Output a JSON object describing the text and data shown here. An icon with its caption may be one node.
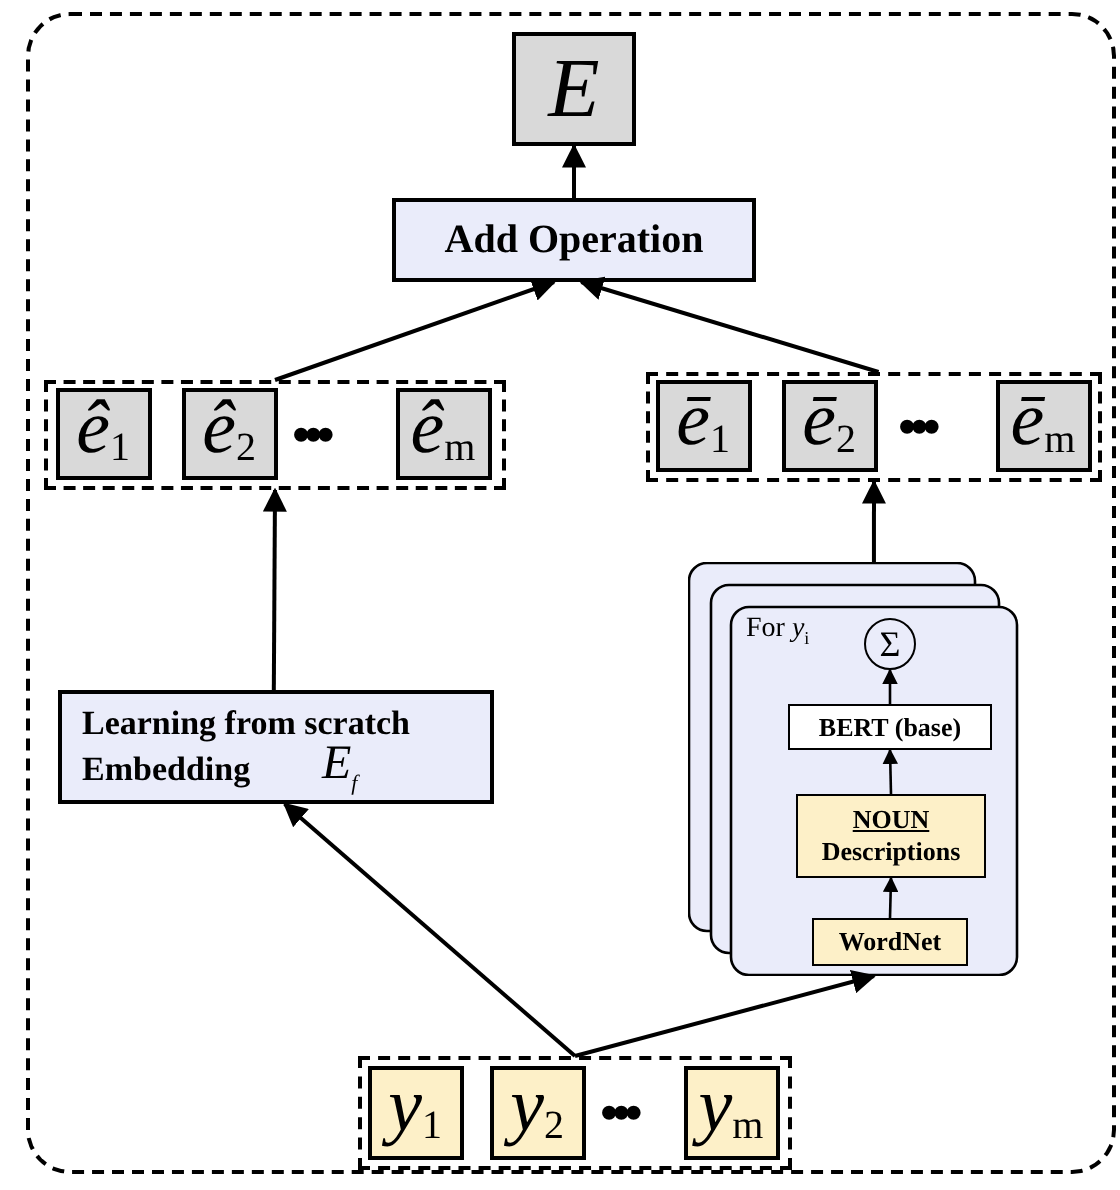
{
  "diagram": {
    "nodes": [
      {
        "text": [],
        "shape": "box"
      },
      {
        "text": [
          "E"
        ],
        "in": 0
      },
      {
        "text": [
          "Add Operation"
        ],
        "in": 0
      },
      {
        "text": [],
        "shape": "box",
        "in": 0
      },
      {
        "text": [
          "*ê*$_{1}$"
        ],
        "in": 3
      },
      {
        "text": [
          "*ê*$_{2}$"
        ],
        "in": 3
      },
      {
        "text": [
          "*ê*$_{m}$"
        ],
        "in": 3
      },
      {
        "text": [],
        "shape": "box",
        "in": 0
      },
      {
        "text": [
          "*ē*$_{1}$"
        ],
        "in": 7
      },
      {
        "text": [
          "*ē*$_{2}$"
        ],
        "in": 7
      },
      {
        "text": [
          "*ē*$_{m}$"
        ],
        "in": 7
      },
      {
        "text": [
          "Learning from scratch Embedding",
          "*E*$_{f}$"
        ],
        "in": 0
      },
      {
        "text": [
          "For *y*$_{i}$"
        ],
        "in": 0
      },
      {
        "text": [
          "Σ"
        ],
        "in": 12
      },
      {
        "text": [
          "BERT (base)"
        ],
        "in": 12
      },
      {
        "text": [
          "NOUN",
          "Descriptions"
        ],
        "in": 12
      },
      {
        "text": [
          "WordNet"
        ],
        "in": 12
      },
      {
        "text": [],
        "shape": "box",
        "in": 0
      },
      {
        "text": [
          "*y*$_{1}$"
        ],
        "in": 17
      },
      {
        "text": [
          "*y*$_{2}$"
        ],
        "in": 17
      },
      {
        "text": [
          "*y*$_{m}$"
        ],
        "in": 17
      }
    ],
    "edges": [
      {
        "from": 2,
        "to": 1,
        "arrow": "to"
      },
      {
        "from": 3,
        "to": 2,
        "arrow": "to"
      },
      {
        "from": 7,
        "to": 2,
        "arrow": "to"
      },
      {
        "from": 11,
        "to": 3,
        "arrow": "to"
      },
      {
        "from": 12,
        "to": 7,
        "arrow": "to"
      },
      {
        "from": 17,
        "to": 11,
        "arrow": "to"
      },
      {
        "from": 17,
        "to": 12,
        "arrow": "to"
      },
      {
        "from": 16,
        "to": 15,
        "arrow": "to"
      },
      {
        "from": 15,
        "to": 14,
        "arrow": "to"
      },
      {
        "from": 14,
        "to": 13,
        "arrow": "to"
      }
    ],
    "labels": [
      "•••",
      "•••",
      "•••"
    ]
  }
}
